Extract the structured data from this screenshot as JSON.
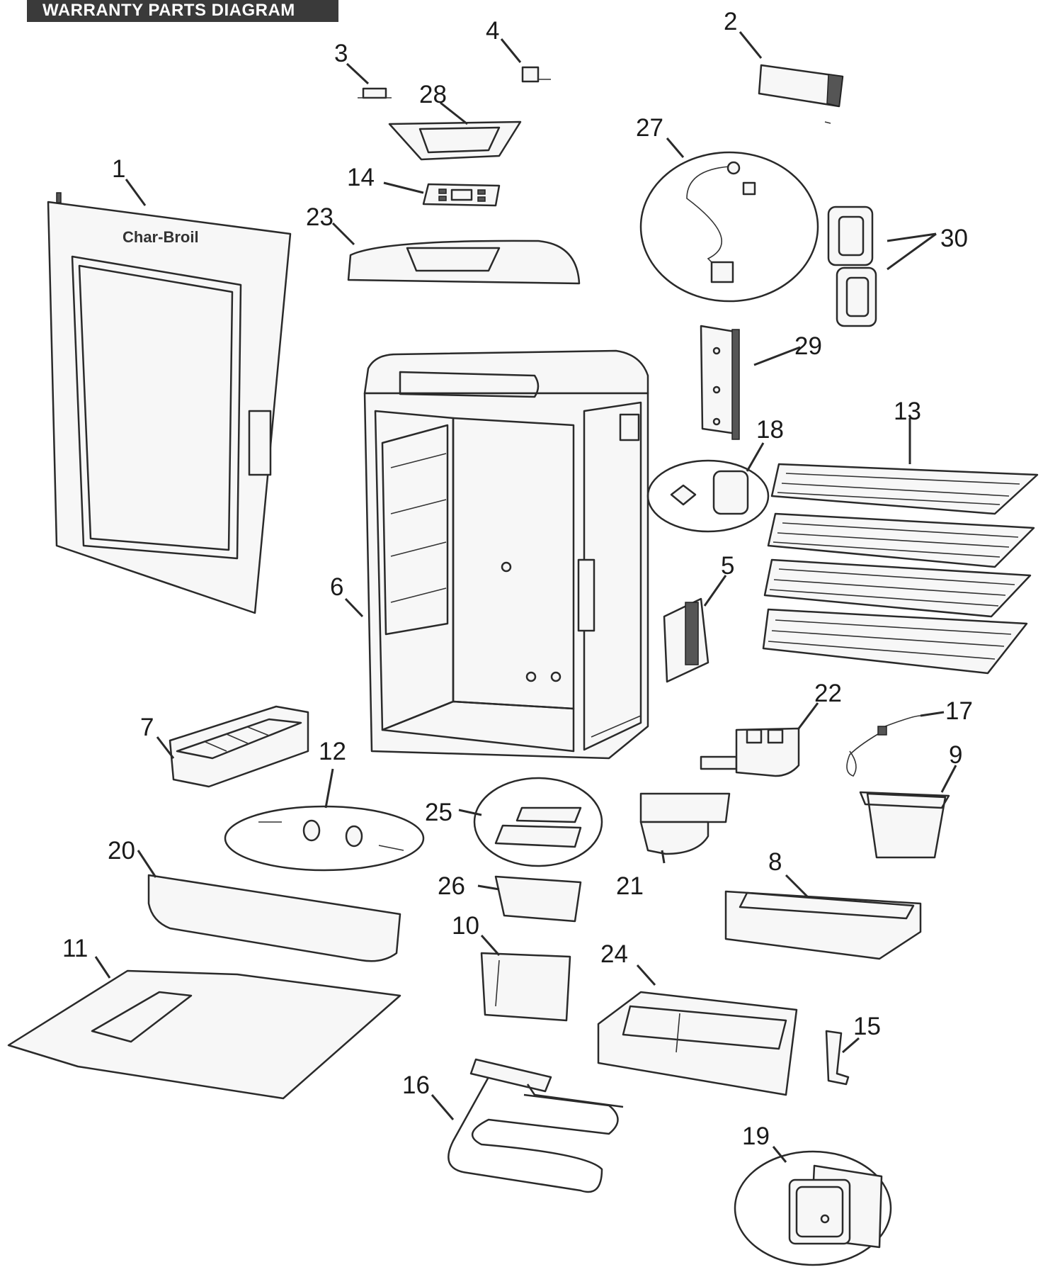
{
  "header": {
    "title": "WARRANTY PARTS DIAGRAM"
  },
  "callouts": {
    "p1": "1",
    "p2": "2",
    "p3": "3",
    "p4": "4",
    "p5": "5",
    "p6": "6",
    "p7": "7",
    "p8": "8",
    "p9": "9",
    "p10": "10",
    "p11": "11",
    "p12": "12",
    "p13": "13",
    "p14": "14",
    "p15": "15",
    "p16": "16",
    "p17": "17",
    "p18": "18",
    "p19": "19",
    "p20": "20",
    "p21": "21",
    "p22": "22",
    "p23": "23",
    "p24": "24",
    "p25": "25",
    "p26": "26",
    "p27": "27",
    "p28": "28",
    "p29": "29",
    "p30": "30"
  },
  "brand": {
    "logo_text": "Char-Broil"
  }
}
